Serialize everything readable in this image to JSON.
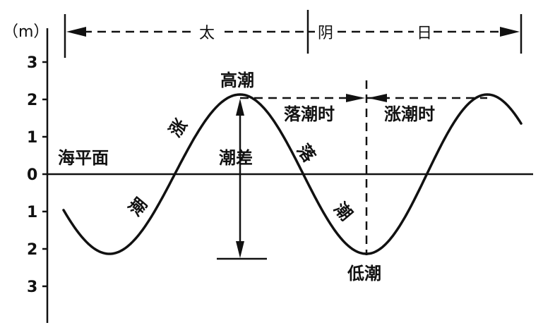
{
  "axis": {
    "unit": "（m）",
    "ticks": [
      "3",
      "2",
      "1",
      "0",
      "1",
      "2",
      "3"
    ]
  },
  "period": {
    "tai": "太",
    "yin": "阴",
    "ri": "日"
  },
  "labels": {
    "sea_level": "海平面",
    "high_tide": "高潮",
    "low_tide": "低潮",
    "tidal_range": "潮差",
    "ebb_time": "落潮时",
    "flood_time": "涨潮时",
    "rise_1": "涨",
    "tide_1": "潮",
    "fall_1": "落",
    "tide_2": "潮"
  },
  "colors": {
    "ink": "#111111",
    "background": "#ffffff"
  }
}
